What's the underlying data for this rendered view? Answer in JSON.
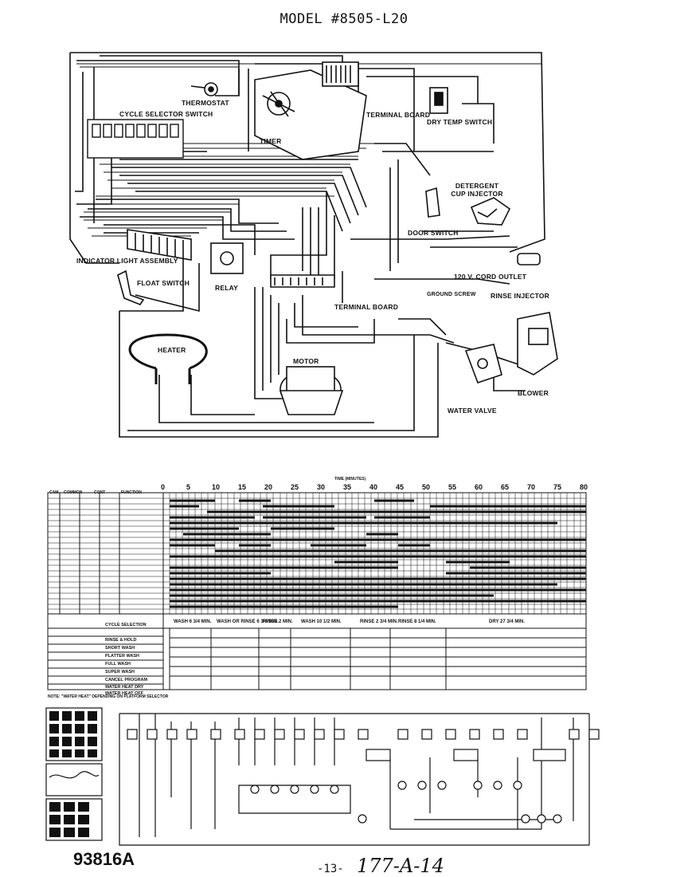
{
  "header": {
    "model_title": "MODEL #8505-L20"
  },
  "components": {
    "thermostat": "THERMOSTAT",
    "cycle_selector_switch": "CYCLE SELECTOR SWITCH",
    "timer": "TIMER",
    "terminal_board_top": "TERMINAL BOARD",
    "dry_temp_switch": "DRY TEMP SWITCH",
    "detergent_cup_injector": "DETERGENT CUP INJECTOR",
    "door_switch": "DOOR SWITCH",
    "indicator_light_assembly": "INDICATOR LIGHT ASSEMBLY",
    "float_switch": "FLOAT SWITCH",
    "relay": "RELAY",
    "terminal_board_bottom": "TERMINAL BOARD",
    "cord_outlet": "120 V. CORD OUTLET",
    "ground_screw": "GROUND SCREW",
    "rinse_injector": "RINSE INJECTOR",
    "heater": "HEATER",
    "motor": "MOTOR",
    "blower": "BLOWER",
    "water_valve": "WATER VALVE"
  },
  "timer_chart": {
    "time_label": "TIME (MINUTES)",
    "time_ticks": [
      "0",
      "5",
      "10",
      "15",
      "20",
      "25",
      "30",
      "35",
      "40",
      "45",
      "50",
      "55",
      "60",
      "65",
      "70",
      "75",
      "80"
    ],
    "column_headers": [
      "CAM",
      "COMMON",
      "CONT",
      "FUNCTION"
    ],
    "cycle_selection_label": "CYCLE SELECTION",
    "cycles": [
      "RINSE & HOLD",
      "SHORT WASH",
      "PLATTER WASH",
      "FULL WASH",
      "SUPER WASH",
      "CANCEL PROGRAM",
      "WATER HEAT DRY",
      "WATER HEAT OFF"
    ],
    "segments": [
      {
        "label": "WASH 6 3/4 MIN."
      },
      {
        "label": "WASH OR RINSE 6 3/4 MIN."
      },
      {
        "label": "RINSE 2 MIN."
      },
      {
        "label": "WASH 10 1/2 MIN."
      },
      {
        "label": "RINSE 2 3/4 MIN."
      },
      {
        "label": "RINSE 8 1/4 MIN."
      },
      {
        "label": "DRY 27 3/4 MIN."
      }
    ]
  },
  "footer": {
    "note": "NOTE: \"WATER HEAT\" DEPENDING ON PLATFORM SELECTOR",
    "part_number": "93816A",
    "page_number": "-13-",
    "handwritten_code": "177-A-14"
  },
  "colors": {
    "ink": "#111111",
    "paper": "#ffffff"
  }
}
